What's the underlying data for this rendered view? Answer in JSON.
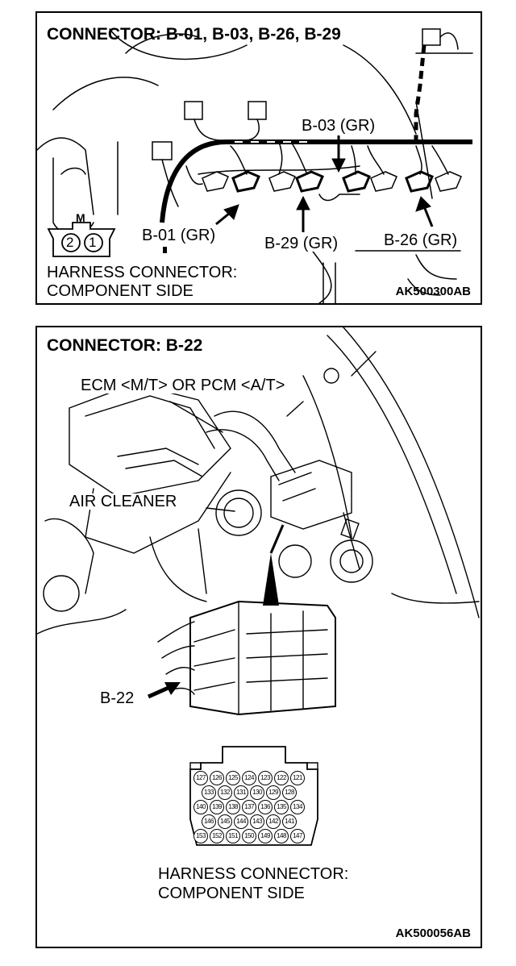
{
  "panel1": {
    "title": "CONNECTOR: B-01, B-03, B-26, B-29",
    "callouts": {
      "b03": "B-03 (GR)",
      "b01": "B-01 (GR)",
      "b29": "B-29 (GR)",
      "b26": "B-26 (GR)"
    },
    "symbol": {
      "top": "M",
      "pins": [
        "2",
        "1"
      ]
    },
    "caption_line1": "HARNESS CONNECTOR:",
    "caption_line2": "COMPONENT SIDE",
    "code": "AK500300AB"
  },
  "panel2": {
    "title": "CONNECTOR: B-22",
    "callouts": {
      "ecm": "ECM <M/T> OR PCM <A/T>",
      "air": "AIR CLEANER",
      "b22": "B-22"
    },
    "pins": [
      [
        "127",
        "126",
        "125",
        "124",
        "123",
        "122",
        "121"
      ],
      [
        "133",
        "132",
        "131",
        "130",
        "129",
        "128"
      ],
      [
        "140",
        "139",
        "138",
        "137",
        "136",
        "135",
        "134"
      ],
      [
        "146",
        "145",
        "144",
        "143",
        "142",
        "141"
      ],
      [
        "153",
        "152",
        "151",
        "150",
        "149",
        "148",
        "147"
      ]
    ],
    "caption_line1": "HARNESS CONNECTOR:",
    "caption_line2": "COMPONENT SIDE",
    "code": "AK500056AB"
  }
}
